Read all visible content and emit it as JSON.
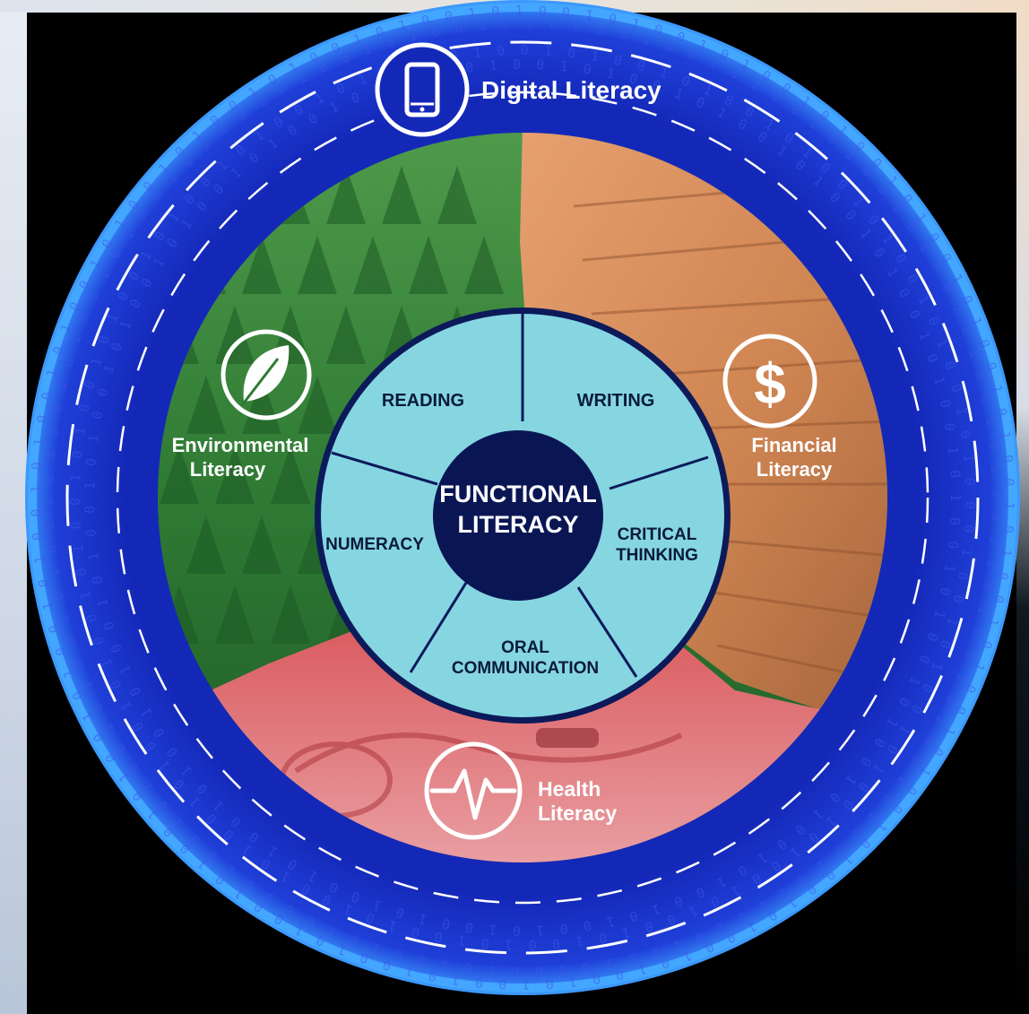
{
  "diagram": {
    "center": {
      "line1": "FUNCTIONAL",
      "line2": "LITERACY"
    },
    "skills": [
      {
        "line1": "READING",
        "line2": ""
      },
      {
        "line1": "WRITING",
        "line2": ""
      },
      {
        "line1": "CRITICAL",
        "line2": "THINKING"
      },
      {
        "line1": "ORAL",
        "line2": "COMMUNICATION"
      },
      {
        "line1": "NUMERACY",
        "line2": ""
      }
    ],
    "literacies": {
      "digital": {
        "line1": "Digital Literacy",
        "line2": "",
        "icon": "tablet-icon"
      },
      "environmental": {
        "line1": "Environmental",
        "line2": "Literacy",
        "icon": "leaf-icon"
      },
      "financial": {
        "line1": "Financial",
        "line2": "Literacy",
        "icon": "dollar-icon"
      },
      "health": {
        "line1": "Health",
        "line2": "Literacy",
        "icon": "heartbeat-icon"
      }
    },
    "colors": {
      "outer_ring": "#1a2ec8",
      "ring_glow": "#3aa0ff",
      "environmental": "#2f7a35",
      "financial": "#d98a55",
      "health": "#c9454b",
      "inner_disc": "#86d6e2",
      "center": "#0a1654"
    }
  }
}
